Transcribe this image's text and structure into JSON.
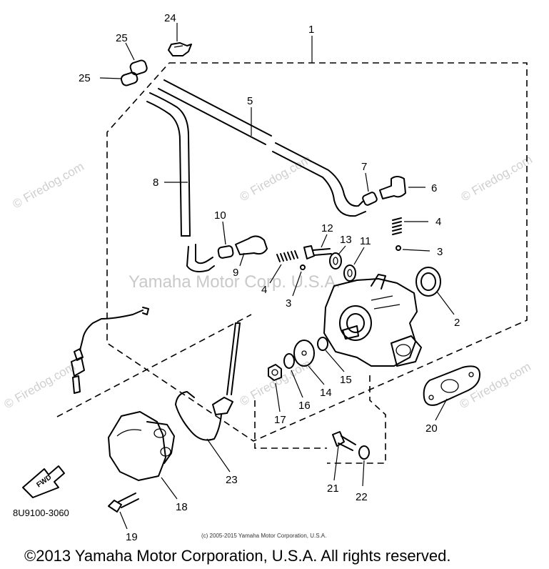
{
  "watermarks": {
    "center": "Yamaha Motor Corp. U.S.A.",
    "firedog": "© Firedog.com"
  },
  "diagram_code": "8U9100-3060",
  "fwd_label": "FWD",
  "small_copyright": "(c) 2005-2015 Yamaha Motor Corporation, U.S.A.",
  "footer_copyright": "©2013 Yamaha Motor Corporation, U.S.A. All rights reserved.",
  "labels": {
    "p1": "1",
    "p2": "2",
    "p3a": "3",
    "p3b": "3",
    "p4a": "4",
    "p4b": "4",
    "p5": "5",
    "p6": "6",
    "p7": "7",
    "p8": "8",
    "p9": "9",
    "p10": "10",
    "p11": "11",
    "p12": "12",
    "p13": "13",
    "p14": "14",
    "p15": "15",
    "p16": "16",
    "p17": "17",
    "p18": "18",
    "p19": "19",
    "p20": "20",
    "p21": "21",
    "p22": "22",
    "p23": "23",
    "p24": "24",
    "p25a": "25",
    "p25b": "25"
  }
}
